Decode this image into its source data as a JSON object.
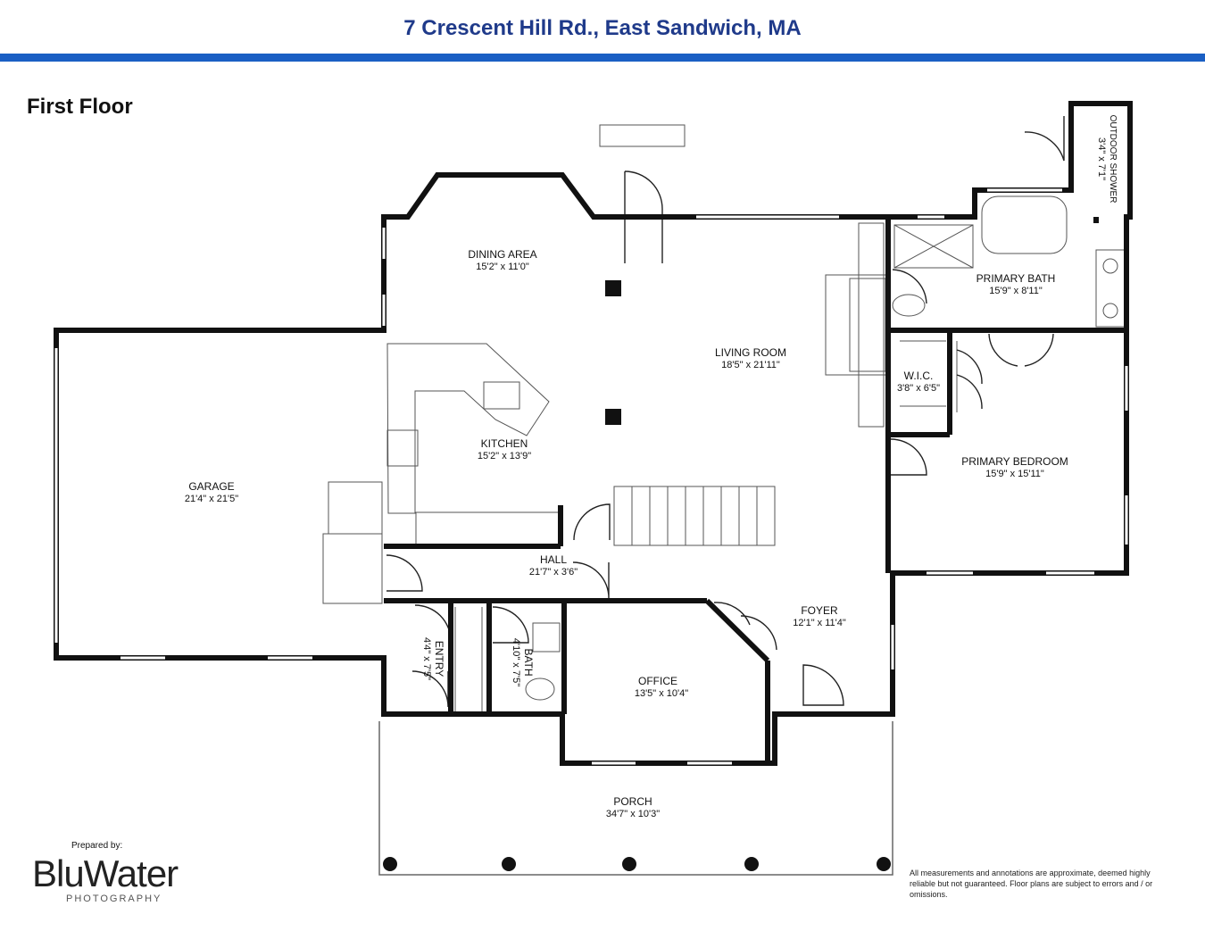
{
  "header": {
    "title": "7 Crescent Hill Rd., East Sandwich, MA"
  },
  "floor": {
    "label": "First Floor"
  },
  "rooms": {
    "dining": {
      "name": "DINING AREA",
      "dims": "15'2\" x 11'0\""
    },
    "living": {
      "name": "LIVING ROOM",
      "dims": "18'5\" x 21'11\""
    },
    "kitchen": {
      "name": "KITCHEN",
      "dims": "15'2\" x 13'9\""
    },
    "garage": {
      "name": "GARAGE",
      "dims": "21'4\" x 21'5\""
    },
    "hall": {
      "name": "HALL",
      "dims": "21'7\" x 3'6\""
    },
    "foyer": {
      "name": "FOYER",
      "dims": "12'1\" x 11'4\""
    },
    "office": {
      "name": "OFFICE",
      "dims": "13'5\" x 10'4\""
    },
    "porch": {
      "name": "PORCH",
      "dims": "34'7\" x 10'3\""
    },
    "entry": {
      "name": "ENTRY",
      "dims": "4'4\" x 7'5\""
    },
    "bath": {
      "name": "BATH",
      "dims": "4'10\" x 7'5\""
    },
    "pbath": {
      "name": "PRIMARY BATH",
      "dims": "15'9\" x 8'11\""
    },
    "pbed": {
      "name": "PRIMARY BEDROOM",
      "dims": "15'9\" x 15'11\""
    },
    "wic": {
      "name": "W.I.C.",
      "dims": "3'8\" x 6'5\""
    },
    "shower": {
      "name": "OUTDOOR SHOWER",
      "dims": "3'4\" x 7'1\""
    }
  },
  "footer": {
    "prepared_by": "Prepared by:",
    "brand": "BluWater",
    "brand_sub": "PHOTOGRAPHY",
    "disclaimer": "All measurements and annotations are approximate, deemed highly reliable but not guaranteed. Floor plans are subject to errors and / or omissions."
  },
  "colors": {
    "title": "#1f3a8a",
    "rule": "#1a5fc4",
    "wall": "#111111"
  }
}
